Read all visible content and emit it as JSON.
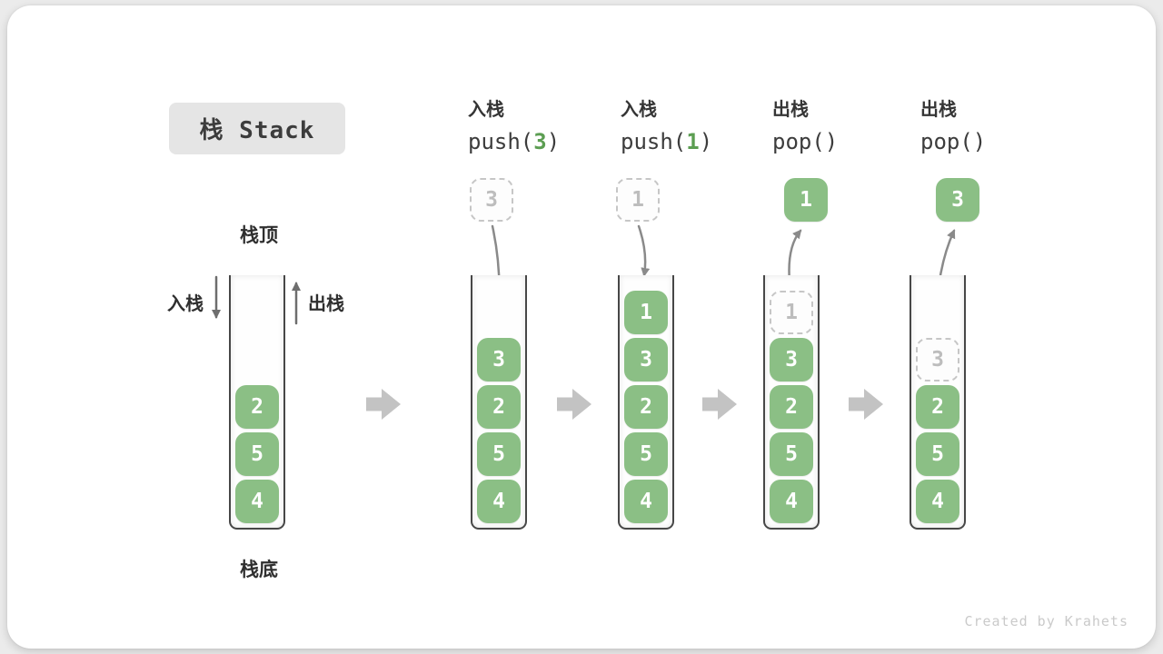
{
  "title": "栈 Stack",
  "legend": {
    "stack_top": "栈顶",
    "stack_bottom": "栈底",
    "push": "入栈",
    "pop": "出栈"
  },
  "watermark": "Created by Krahets",
  "colors": {
    "box_green": "#8BBF85",
    "code_green": "#5C9E52",
    "text_dark": "#3C3C3C",
    "curve_arrow_gray": "#8A8A8A",
    "legend_arrow_gray": "#6E6E6E",
    "block_arrow_gray": "#C3C3C3",
    "dashed_border": "#C6C6C6",
    "dashed_text": "#BDBDBD",
    "title_bg": "#E5E5E5",
    "wall_dark": "#474747",
    "watermark_gray": "#CACACA"
  },
  "columns": [
    {
      "name": "initial-stack",
      "header": null,
      "floating": null,
      "cells": [
        {
          "value": "2",
          "slot": 2,
          "dashed": false
        },
        {
          "value": "5",
          "slot": 3,
          "dashed": false
        },
        {
          "value": "4",
          "slot": 4,
          "dashed": false
        }
      ]
    },
    {
      "name": "push-3",
      "header": {
        "op": "入栈",
        "fn": "push(",
        "arg": "3",
        "close": ")"
      },
      "floating": {
        "value": "3",
        "dashed": true
      },
      "cells": [
        {
          "value": "3",
          "slot": 1,
          "dashed": false
        },
        {
          "value": "2",
          "slot": 2,
          "dashed": false
        },
        {
          "value": "5",
          "slot": 3,
          "dashed": false
        },
        {
          "value": "4",
          "slot": 4,
          "dashed": false
        }
      ]
    },
    {
      "name": "push-1",
      "header": {
        "op": "入栈",
        "fn": "push(",
        "arg": "1",
        "close": ")"
      },
      "floating": {
        "value": "1",
        "dashed": true
      },
      "cells": [
        {
          "value": "1",
          "slot": 0,
          "dashed": false
        },
        {
          "value": "3",
          "slot": 1,
          "dashed": false
        },
        {
          "value": "2",
          "slot": 2,
          "dashed": false
        },
        {
          "value": "5",
          "slot": 3,
          "dashed": false
        },
        {
          "value": "4",
          "slot": 4,
          "dashed": false
        }
      ]
    },
    {
      "name": "pop-1",
      "header": {
        "op": "出栈",
        "fn": "pop(",
        "arg": "",
        "close": ")"
      },
      "floating": {
        "value": "1",
        "dashed": false
      },
      "cells": [
        {
          "value": "1",
          "slot": 0,
          "dashed": true
        },
        {
          "value": "3",
          "slot": 1,
          "dashed": false
        },
        {
          "value": "2",
          "slot": 2,
          "dashed": false
        },
        {
          "value": "5",
          "slot": 3,
          "dashed": false
        },
        {
          "value": "4",
          "slot": 4,
          "dashed": false
        }
      ]
    },
    {
      "name": "pop-3",
      "header": {
        "op": "出栈",
        "fn": "pop(",
        "arg": "",
        "close": ")"
      },
      "floating": {
        "value": "3",
        "dashed": false
      },
      "cells": [
        {
          "value": "3",
          "slot": 1,
          "dashed": true
        },
        {
          "value": "2",
          "slot": 2,
          "dashed": false
        },
        {
          "value": "5",
          "slot": 3,
          "dashed": false
        },
        {
          "value": "4",
          "slot": 4,
          "dashed": false
        }
      ]
    }
  ]
}
